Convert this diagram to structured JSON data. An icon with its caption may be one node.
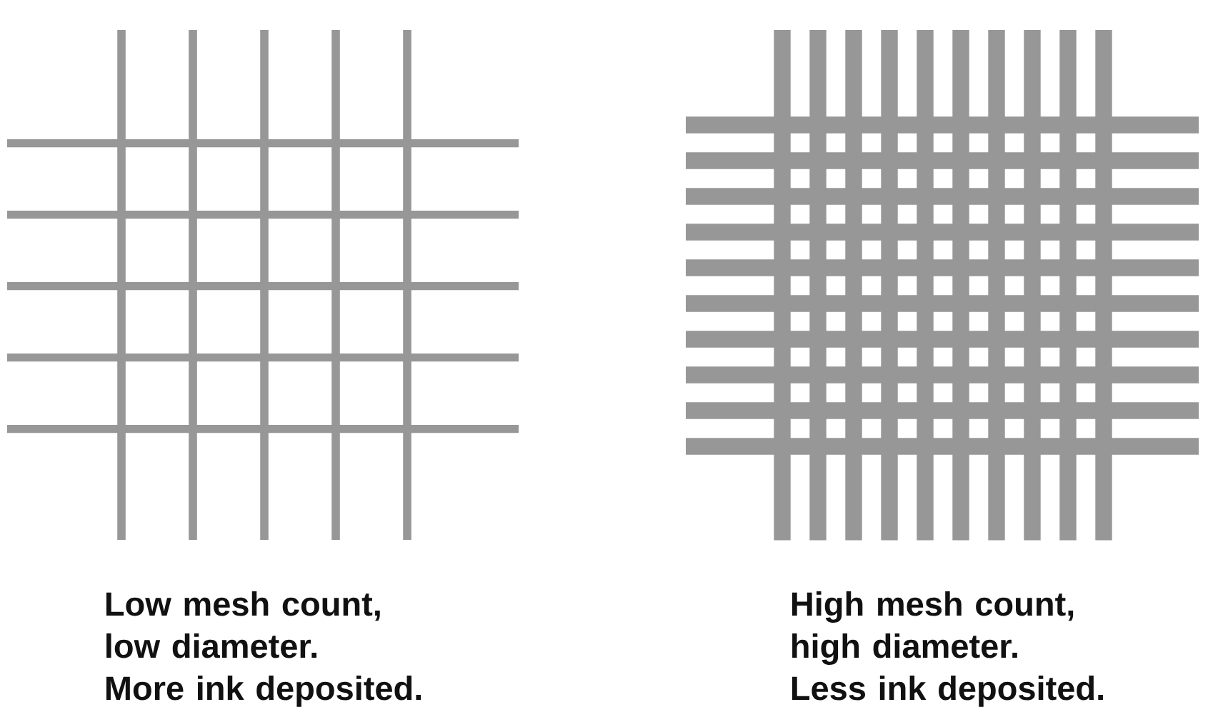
{
  "diagram": {
    "nodes": [
      {
        "text": [],
        "shape": "picture",
        "beside": [
          "Low mesh count, low diameter.",
          "More ink deposited."
        ]
      },
      {
        "text": [],
        "shape": "picture",
        "beside": [
          "High mesh count, high diameter.",
          "Less ink deposited."
        ]
      }
    ]
  }
}
